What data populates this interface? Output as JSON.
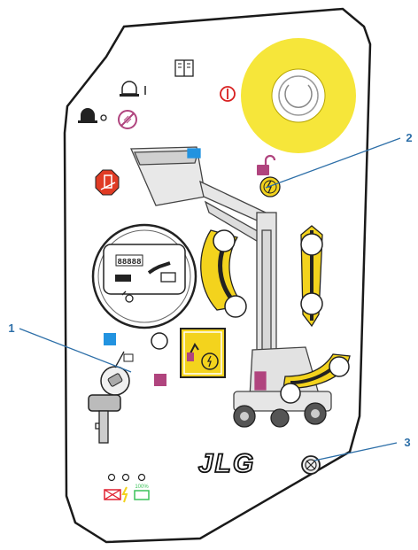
{
  "callouts": [
    {
      "number": "1"
    },
    {
      "number": "2"
    },
    {
      "number": "3"
    }
  ],
  "brand": {
    "logo_text": "JLG"
  },
  "gauge": {
    "readout": "88888"
  },
  "battery_leds": {
    "full_label": "100%"
  },
  "indicators": {
    "beacon_icon": "beacon-light-icon",
    "beacon_off_icon": "beacon-off-icon",
    "manual_icon": "operators-manual-icon",
    "prohibited_icon": "prohibited-icon",
    "power_icon": "power-icon",
    "tilt_alarm_icon": "tilt-alarm-icon",
    "unlock_icon": "unlock-icon",
    "key_switch_icon": "key-switch-icon"
  },
  "colors": {
    "estop_yellow": "#f6e63a",
    "control_yellow": "#f3d31d",
    "callout_blue": "#2d6fa8",
    "ground_mode_blue": "#2293e0",
    "platform_mode_magenta": "#b0447e",
    "alarm_red": "#e03b24",
    "power_red": "#d82020",
    "unlock_magenta": "#b0447e",
    "led_red": "#e02030",
    "led_yellow": "#f3d31d",
    "led_green": "#3cc25a"
  }
}
